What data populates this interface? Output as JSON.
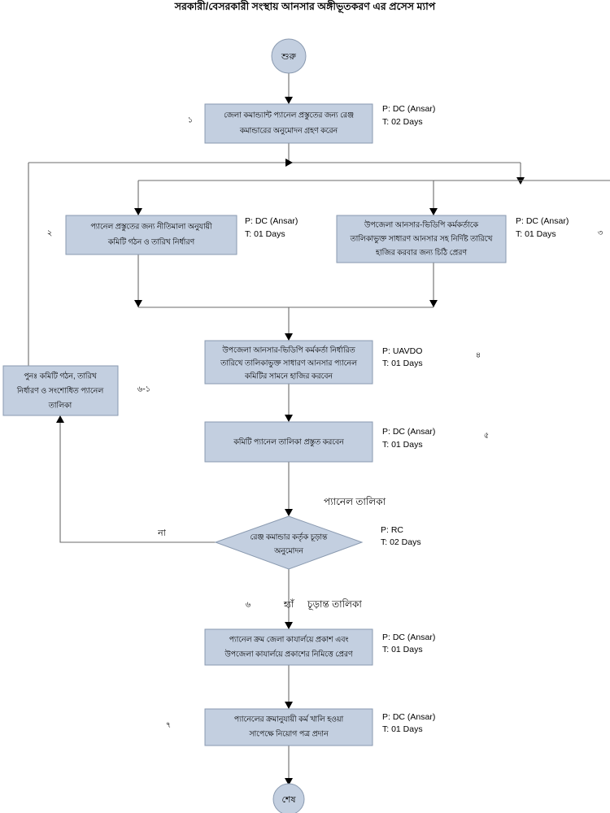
{
  "title": "সরকারী/বেসরকারী সংস্থায় আনসার অঙ্গীভূতকরণ এর প্রসেস ম্যাপ",
  "terminators": {
    "start": "শুরু",
    "end": "শেষ"
  },
  "nodes": [
    {
      "id": "n1",
      "shape": "process",
      "lines": [
        "জেলা কমান্ড্যান্ট প্যানেল প্রস্তুতের জন্য রেঞ্জ",
        "কমান্ডারের অনুমোদন গ্রহণ করেন"
      ],
      "person": "P: DC (Ansar)",
      "time": "T: 02 Days",
      "marker": "১"
    },
    {
      "id": "n2",
      "shape": "process",
      "lines": [
        "প্যানেল প্রস্তুতের জন্য নীতিমালা অনুযায়ী",
        "কমিটি গঠন ও তারিখ নির্ধারণ"
      ],
      "person": "P: DC (Ansar)",
      "time": "T: 01 Days",
      "marker": "২"
    },
    {
      "id": "n3",
      "shape": "process",
      "lines": [
        "উপজেলা আনসার-ভিডিপি কর্মকর্তাকে",
        "তালিকাভুক্ত সাধারণ আনসার সহ নির্দিষ্ট তারিখে",
        "হাজির করবার জন্য চিঠি প্রেরণ"
      ],
      "person": "P: DC (Ansar)",
      "time": "T: 01 Days",
      "marker": "৩"
    },
    {
      "id": "n4",
      "shape": "process",
      "lines": [
        "উপজেলা আনসার-ভিডিপি কর্মকর্তা নির্ধারিত",
        "তারিখে তালিকাভুক্ত সাধারণ আনসার প্যানেল",
        "কমিটির সামনে হাজির করবেন"
      ],
      "person": "P: UAVDO",
      "time": "T: 01 Days",
      "marker": "৪"
    },
    {
      "id": "n5",
      "shape": "process",
      "lines": [
        "কমিটি প্যানেল তালিকা প্রস্তুত করবেন"
      ],
      "person": "P: DC (Ansar)",
      "time": "T: 01 Days",
      "marker": "৫"
    },
    {
      "id": "n6",
      "shape": "decision",
      "lines": [
        "রেঞ্জ কমান্ডার কর্তৃক চূড়ান্ত",
        "অনুমোদন"
      ],
      "person": "P: RC",
      "time": "T: 02 Days",
      "marker": "৬"
    },
    {
      "id": "n7",
      "shape": "process",
      "lines": [
        "পুনঃ  কমিটি গঠন, তারিখ",
        "নির্ধারণ ও সংশোধিত প্যানেল",
        "তালিকা"
      ],
      "person": "",
      "time": "",
      "marker": "৬-১"
    },
    {
      "id": "n8",
      "shape": "process",
      "lines": [
        "প্যানেল ক্রম জেলা কাযার্লয়ে প্রকাশ এবং",
        "উপজেলা কাযার্লয়ে প্রকাশের নিমিত্তে প্রেরণ"
      ],
      "person": "P: DC (Ansar)",
      "time": "T: 01 Days",
      "marker": ""
    },
    {
      "id": "n9",
      "shape": "process",
      "lines": [
        "প্যানেলের ক্রমানুযায়ী কর্ম খালি হওয়া",
        "সাপেক্ষে নিয়োগ পত্র প্রদান"
      ],
      "person": "P: DC (Ansar)",
      "time": "T: 01 Days",
      "marker": "৭"
    }
  ],
  "edge_labels": {
    "no": "না",
    "yes": "হ্যাঁ",
    "panel_list": "প্যানেল তালিকা",
    "final_list": "চূড়ান্ত তালিকা"
  },
  "colors": {
    "node_fill": "#c3cfe0",
    "node_stroke": "#8a9ab0",
    "connector": "#6b6b6b",
    "text": "#000000"
  }
}
